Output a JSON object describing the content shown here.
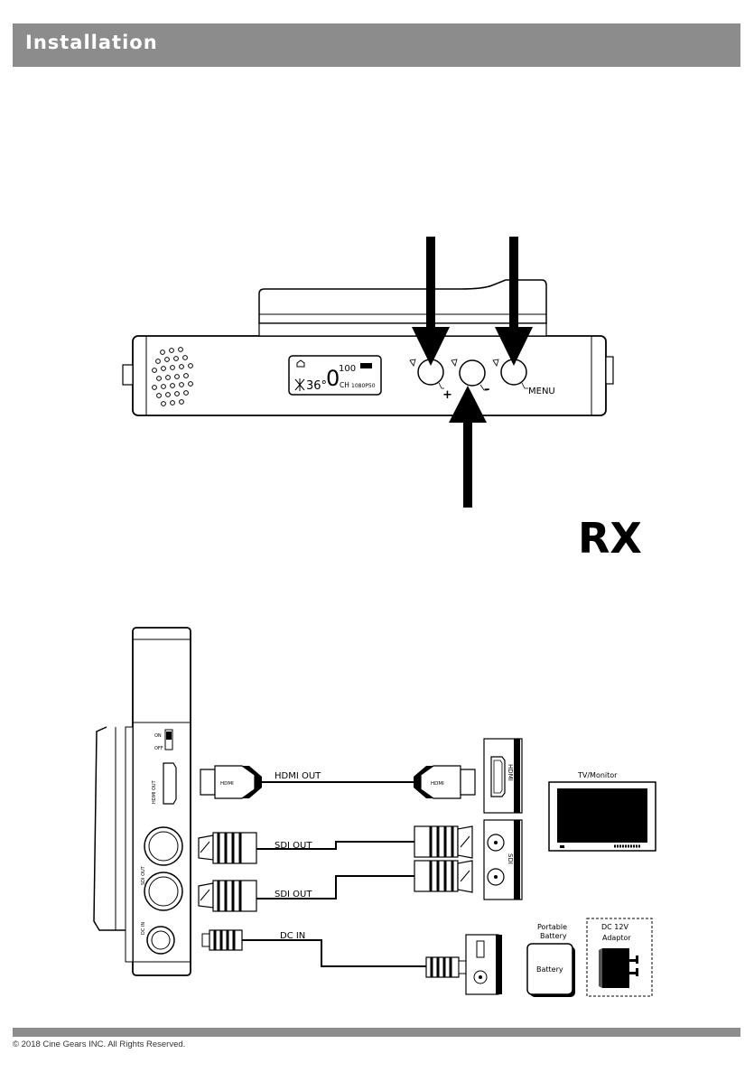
{
  "header": {
    "title": "Installation"
  },
  "figure1": {
    "label": "RX",
    "lcd": {
      "temp": "36°",
      "channel_number": "0",
      "signal": "100",
      "ch_label": "CH",
      "format": "1080P50"
    },
    "buttons": {
      "plus": "+",
      "minus": "–",
      "menu": "MENU"
    }
  },
  "figure2": {
    "switch_on": "ON",
    "switch_off": "OFF",
    "side_labels": {
      "hdmi_out": "HDMI OUT",
      "sdi_out": "SDI OUT",
      "dc_in": "DC IN"
    },
    "connector_labels": {
      "hdmi_plug": "HDMI"
    },
    "port_labels": {
      "hdmi": "HDMI",
      "sdi": "SDI"
    },
    "cables": [
      {
        "label": "HDMI OUT"
      },
      {
        "label": "SDI OUT"
      },
      {
        "label": "SDI OUT"
      },
      {
        "label": "DC IN"
      }
    ],
    "tv_label": "TV/Monitor",
    "portable_battery_label_line1": "Portable",
    "portable_battery_label_line2": "Battery",
    "battery_text": "Battery",
    "adaptor_label_line1": "DC  12V",
    "adaptor_label_line2": "Adaptor"
  },
  "footer": {
    "copyright": "© 2018 Cine Gears INC. All Rights Reserved."
  }
}
